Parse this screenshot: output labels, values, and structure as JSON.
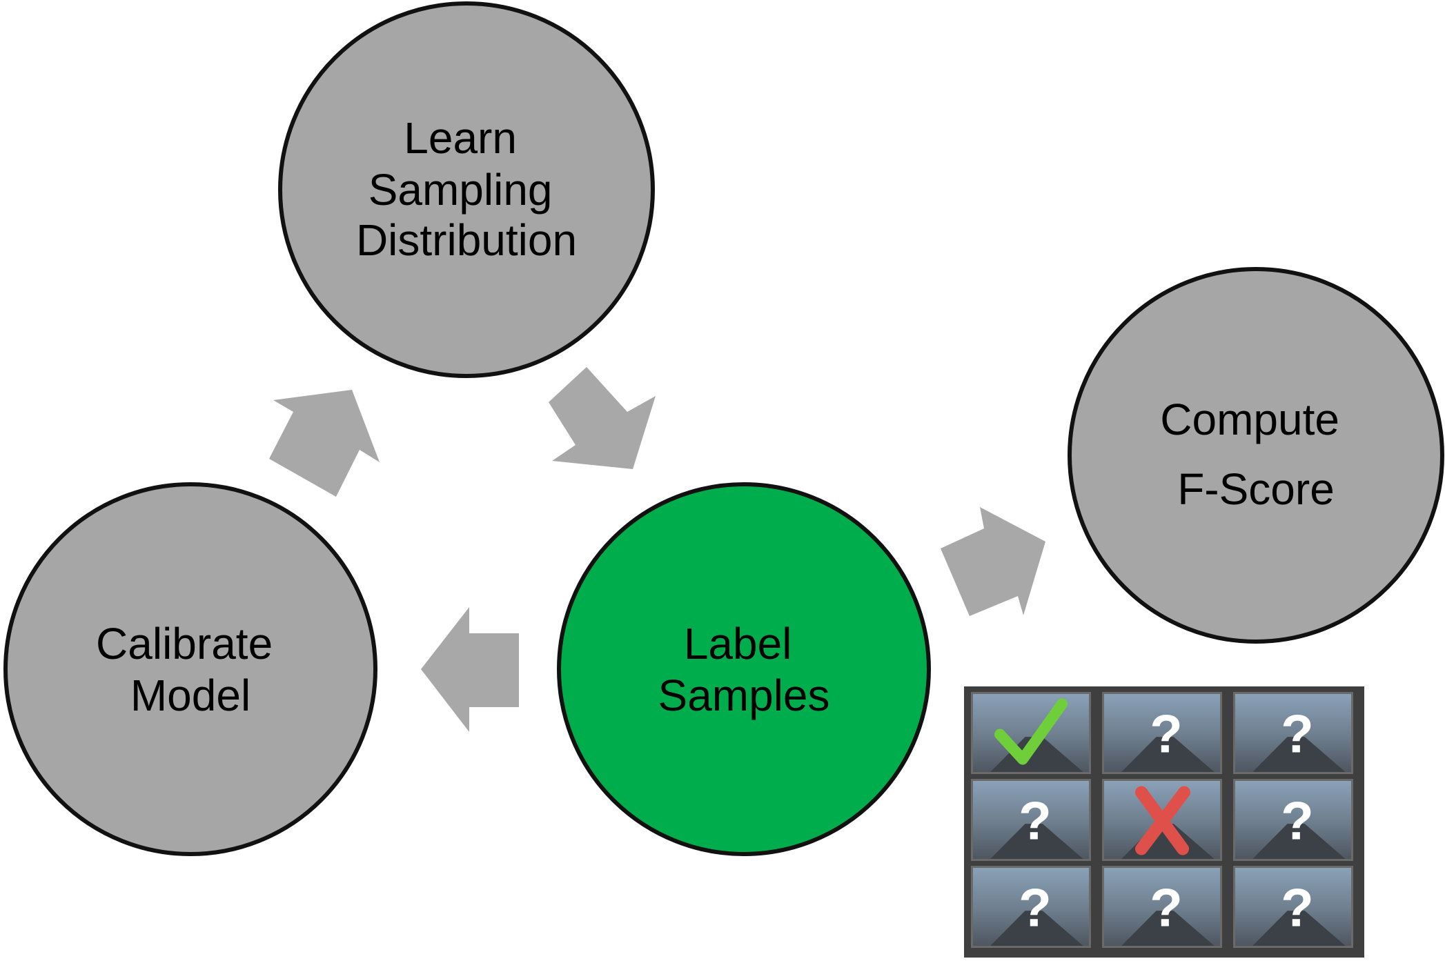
{
  "colors": {
    "node_fill": "#a6a6a6",
    "active_fill": "#00ad4c",
    "node_stroke": "#111111",
    "arrow_fill": "#a8a8a8",
    "grid_bg": "#3f3f3f",
    "check": "#6fcf3a",
    "cross": "#e0504a"
  },
  "nodes": {
    "learn": {
      "lines": [
        "Learn",
        "Sampling",
        "Distribution"
      ]
    },
    "compute": {
      "lines": [
        "Compute",
        "F-Score"
      ]
    },
    "calibrate": {
      "lines": [
        "Calibrate",
        "Model"
      ]
    },
    "label": {
      "lines": [
        "Label",
        "Samples"
      ]
    }
  },
  "grid": {
    "cells": [
      {
        "status": "check",
        "mark": "",
        "icon": "check-icon"
      },
      {
        "status": "unknown",
        "mark": "?",
        "icon": "question-icon"
      },
      {
        "status": "unknown",
        "mark": "?",
        "icon": "question-icon"
      },
      {
        "status": "unknown",
        "mark": "?",
        "icon": "question-icon"
      },
      {
        "status": "cross",
        "mark": "",
        "icon": "cross-icon"
      },
      {
        "status": "unknown",
        "mark": "?",
        "icon": "question-icon"
      },
      {
        "status": "unknown",
        "mark": "?",
        "icon": "question-icon"
      },
      {
        "status": "unknown",
        "mark": "?",
        "icon": "question-icon"
      },
      {
        "status": "unknown",
        "mark": "?",
        "icon": "question-icon"
      }
    ]
  }
}
